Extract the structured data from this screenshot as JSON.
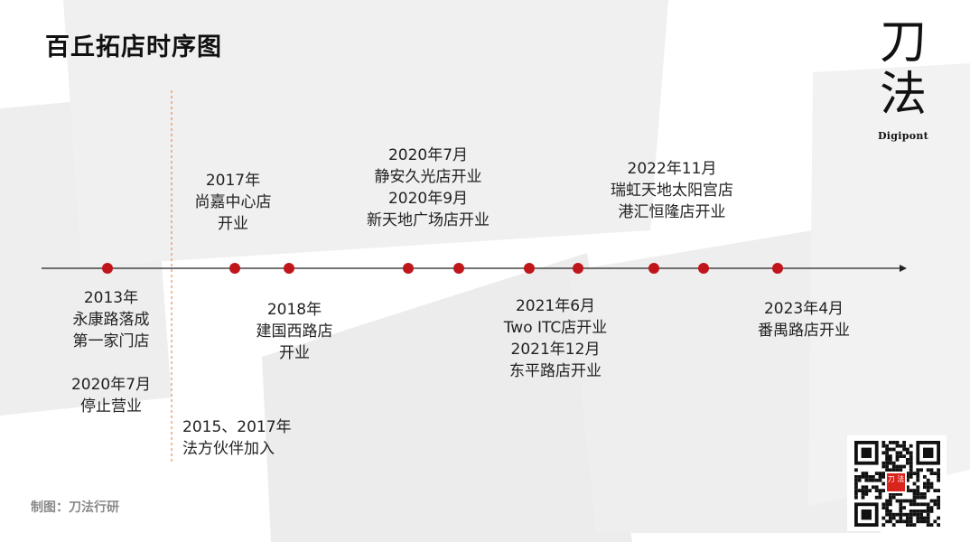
{
  "title": "百丘拓店时序图",
  "logo": {
    "char_1": "刀",
    "char_2": "法",
    "sub": "Digipont"
  },
  "credit": "制图：刀法行研",
  "colors": {
    "dot": "#c0151b",
    "axis": "#222222",
    "divider": "#e07a3a",
    "background_shape": "#eeeeee",
    "qr_badge": "#d9231d"
  },
  "timeline": {
    "labels": {
      "l2013": [
        "2013年",
        "永康路落成",
        "第一家门店"
      ],
      "l2020_stop": [
        "2020年7月",
        "停止营业"
      ],
      "l2015": [
        "2015、2017年",
        "法方伙伴加入"
      ],
      "l2017": [
        "2017年",
        "尚嘉中心店",
        "开业"
      ],
      "l2018": [
        "2018年",
        "建国西路店",
        "开业"
      ],
      "l2020": [
        "2020年7月",
        "静安久光店开业",
        "2020年9月",
        "新天地广场店开业"
      ],
      "l2021": [
        "2021年6月",
        "Two ITC店开业",
        "2021年12月",
        "东平路店开业"
      ],
      "l2022": [
        "2022年11月",
        "瑞虹天地太阳宫店",
        "港汇恒隆店开业"
      ],
      "l2023": [
        "2023年4月",
        "番禺路店开业"
      ]
    }
  },
  "qr": {
    "badge_text": "刀 法"
  }
}
